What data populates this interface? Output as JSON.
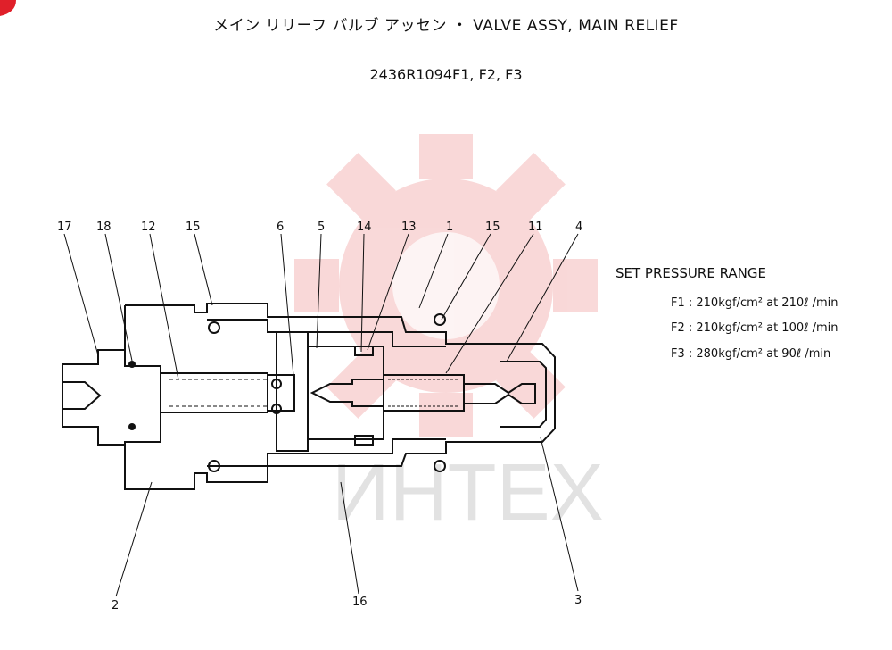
{
  "header": {
    "title": "メイン リリーフ バルブ アッセン ・ VALVE ASSY, MAIN RELIEF",
    "subtitle": "2436R1094F1, F2, F3"
  },
  "set_pressure": {
    "title": "SET PRESSURE RANGE",
    "lines": [
      "F1 : 210kgf/cm² at 210ℓ /min",
      "F2 : 210kgf/cm² at 100ℓ /min",
      "F3 : 280kgf/cm² at  90ℓ /min"
    ]
  },
  "part_labels": [
    "17",
    "18",
    "12",
    "15",
    "6",
    "5",
    "14",
    "13",
    "1",
    "15",
    "11",
    "4",
    "2",
    "16",
    "3"
  ],
  "watermark": {
    "text": "ИНТЕХ",
    "color": "#f6c9c9"
  }
}
